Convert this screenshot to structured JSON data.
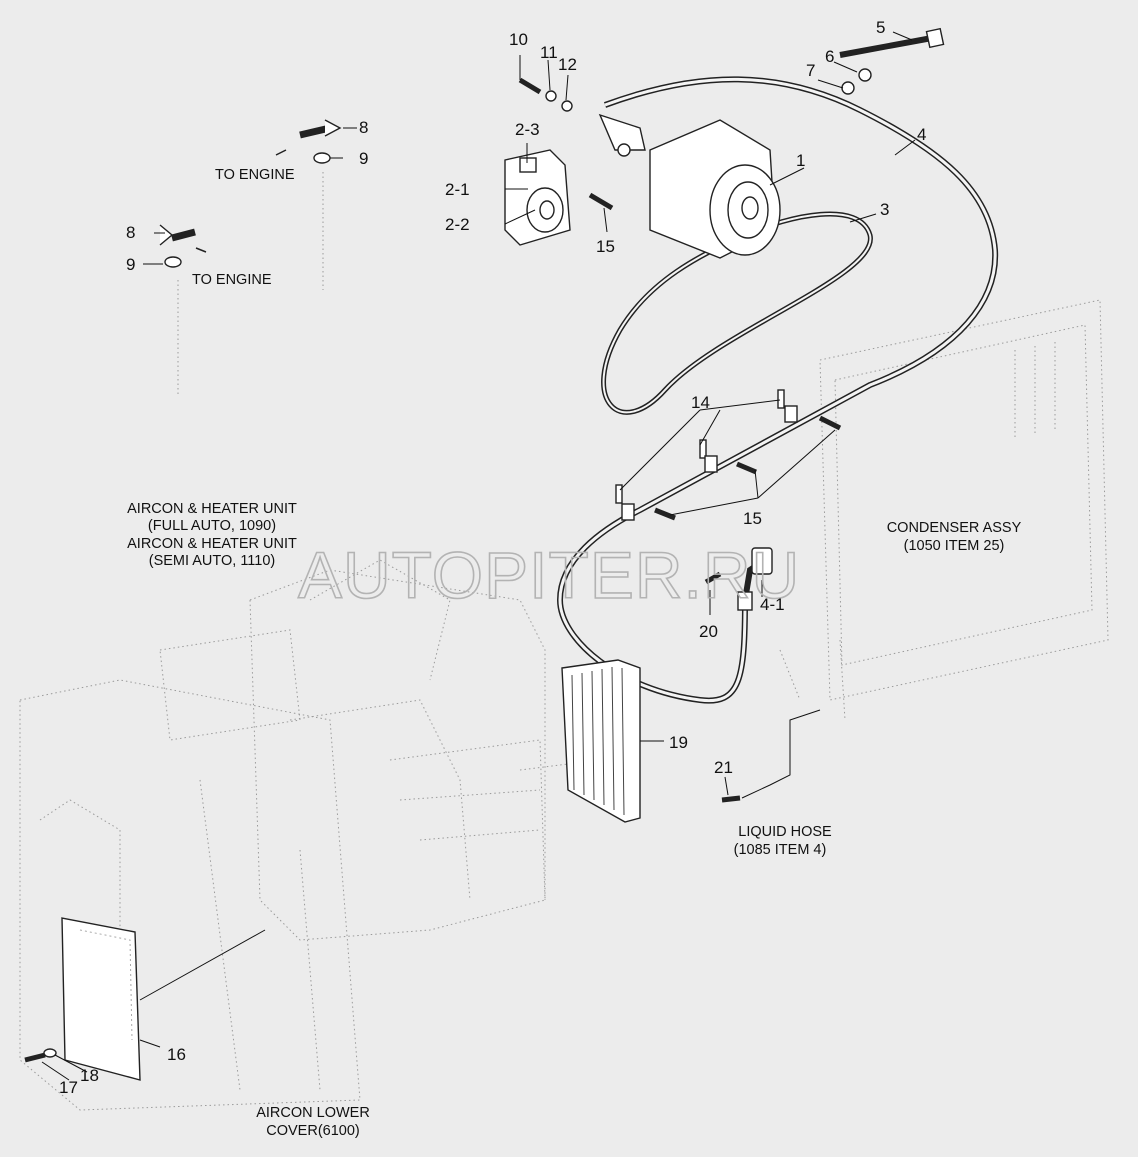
{
  "watermark": "AUTOPITER.RU",
  "callouts": {
    "c1": "1",
    "c2_1": "2-1",
    "c2_2": "2-2",
    "c2_3": "2-3",
    "c3": "3",
    "c4": "4",
    "c4_1": "4-1",
    "c5": "5",
    "c6": "6",
    "c7": "7",
    "c8a": "8",
    "c8b": "8",
    "c9a": "9",
    "c9b": "9",
    "c10": "10",
    "c11": "11",
    "c12": "12",
    "c14": "14",
    "c15a": "15",
    "c15b": "15",
    "c16": "16",
    "c17": "17",
    "c18": "18",
    "c19": "19",
    "c20": "20",
    "c21": "21"
  },
  "labels": {
    "to_engine_top": "TO ENGINE",
    "to_engine_left": "TO ENGINE",
    "aircon_full_1": "AIRCON & HEATER UNIT",
    "aircon_full_2": "(FULL AUTO, 1090)",
    "aircon_semi_1": "AIRCON & HEATER UNIT",
    "aircon_semi_2": "(SEMI AUTO, 1110)",
    "condenser_1": "CONDENSER ASSY",
    "condenser_2": "(1050 ITEM 25)",
    "liquid_hose_1": "LIQUID HOSE",
    "liquid_hose_2": "(1085 ITEM 4)",
    "lower_cover_1": "AIRCON LOWER",
    "lower_cover_2": "COVER(6100)"
  }
}
